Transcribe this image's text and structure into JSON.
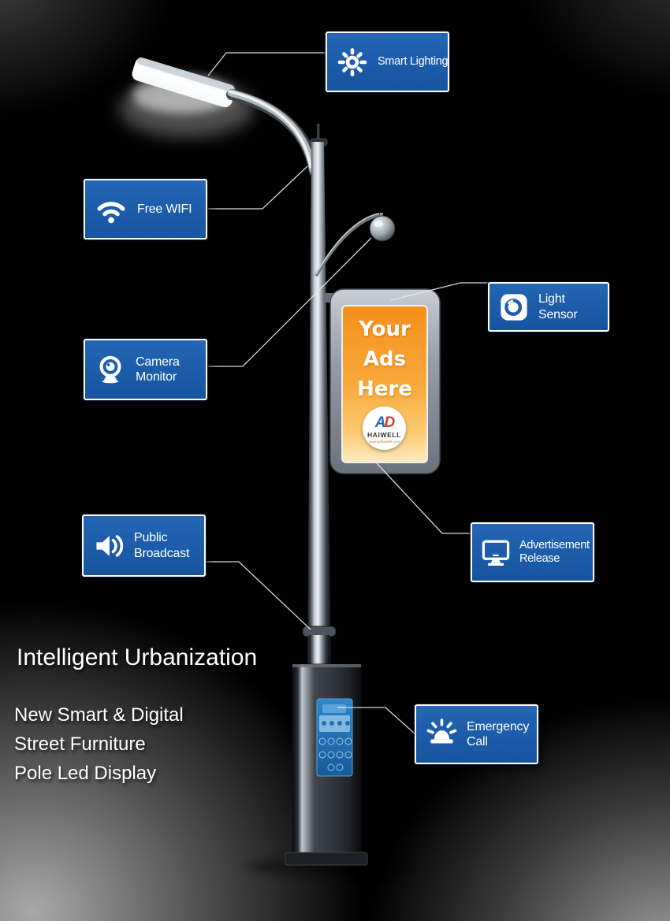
{
  "headings": {
    "title": "Intelligent Urbanization",
    "subtitle_lines": [
      "New Smart & Digital",
      "Street Furniture",
      "Pole Led Display"
    ]
  },
  "callouts": [
    {
      "id": "smart-lighting",
      "label": "Smart Lighting",
      "line1": "Smart Lighting",
      "line2": "",
      "icon": "sun-light-icon"
    },
    {
      "id": "free-wifi",
      "label": "Free WIFI",
      "line1": "Free WIFI",
      "line2": "",
      "icon": "wifi-icon"
    },
    {
      "id": "camera-monitor",
      "label": "Camera Monitor",
      "line1": "Camera",
      "line2": "Monitor",
      "icon": "webcam-icon"
    },
    {
      "id": "light-sensor",
      "label": "Light Sensor",
      "line1": "Light",
      "line2": "Sensor",
      "icon": "light-sensor-icon"
    },
    {
      "id": "advertisement-release",
      "label": "Advertisement Release",
      "line1": "Advertisement",
      "line2": "Release",
      "icon": "monitor-icon"
    },
    {
      "id": "public-broadcast",
      "label": "Public Broadcast",
      "line1": "Public",
      "line2": "Broadcast",
      "icon": "speaker-icon"
    },
    {
      "id": "emergency-call",
      "label": "Emergency Call",
      "line1": "Emergency",
      "line2": "Call",
      "icon": "siren-icon"
    }
  ],
  "ad_panel": {
    "line1": "Your",
    "line2": "Ads",
    "line3": "Here",
    "logo_mark_a": "A",
    "logo_mark_d": "D",
    "logo_name": "HAIWELL",
    "logo_site": "www.adhaiwell.com"
  },
  "colors": {
    "callout_blue": "#1d5dab",
    "callout_border": "#ffffff",
    "ad_orange_top": "#f6921e",
    "ad_orange_bottom": "#fdeabf",
    "logo_blue": "#1c6cb4",
    "logo_red": "#d5392a",
    "screen_blue": "#2f86c9"
  }
}
